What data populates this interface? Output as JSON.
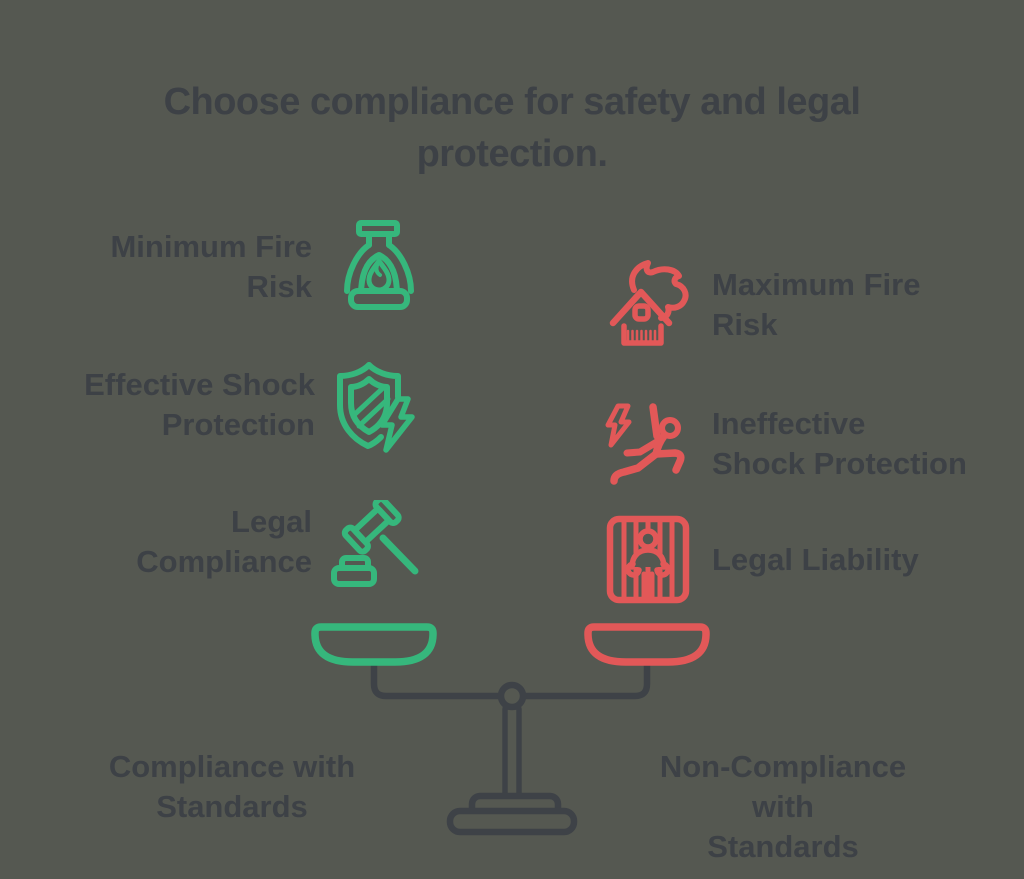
{
  "title": "Choose compliance for safety and legal\nprotection.",
  "colors": {
    "background": "#555851",
    "green": "#36b77c",
    "red": "#e25858",
    "dark": "#3e4247",
    "text": "#3d4146"
  },
  "left_column": {
    "items": [
      {
        "label": "Minimum Fire\nRisk",
        "icon": "lantern-fire-icon"
      },
      {
        "label": "Effective Shock\nProtection",
        "icon": "shield-lightning-icon"
      },
      {
        "label": "Legal\nCompliance",
        "icon": "gavel-icon"
      }
    ]
  },
  "right_column": {
    "items": [
      {
        "label": "Maximum Fire\nRisk",
        "icon": "burning-house-icon"
      },
      {
        "label": "Ineffective\nShock Protection",
        "icon": "falling-person-shock-icon"
      },
      {
        "label": "Legal Liability",
        "icon": "prison-bars-icon"
      }
    ]
  },
  "balance": {
    "left_label": "Compliance with\nStandards",
    "right_label": "Non-Compliance with\nStandards"
  }
}
